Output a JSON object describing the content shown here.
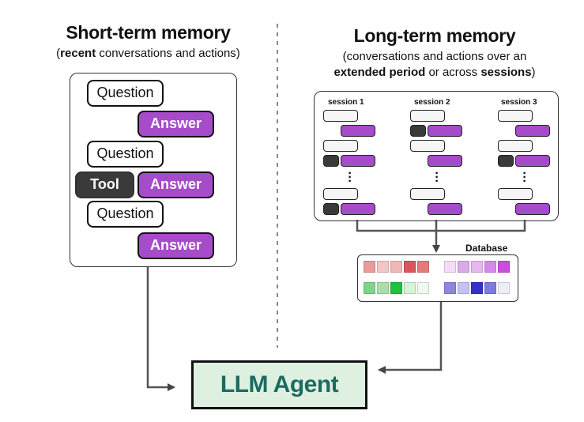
{
  "short_term": {
    "title": "Short-term memory",
    "subtitle_bold": "recent",
    "subtitle_rest": " conversations and actions)",
    "subtitle_open": "(",
    "items": {
      "q1": "Question",
      "a1": "Answer",
      "q2": "Question",
      "tool": "Tool",
      "a2": "Answer",
      "q3": "Question",
      "a3": "Answer"
    }
  },
  "long_term": {
    "title": "Long-term memory",
    "subtitle_line1": "(conversations and actions over an",
    "subtitle_bold1": "extended period",
    "subtitle_mid": " or across ",
    "subtitle_bold2": "sessions",
    "subtitle_end": ")",
    "sessions": [
      "session 1",
      "session 2",
      "session 3"
    ],
    "database_label": "Database"
  },
  "agent": {
    "label": "LLM Agent"
  },
  "colors": {
    "answer_purple": "#a64bc9",
    "tool_dark": "#3a3a3a",
    "agent_fill": "#def0df",
    "agent_text": "#1d6a63"
  },
  "database_cells": {
    "row1_left": [
      "#e89b9b",
      "#f4c6c6",
      "#f1b7b7",
      "#d9565c",
      "#e67a7a"
    ],
    "row1_right": [
      "#f4dcf8",
      "#d9a9e8",
      "#e7b7f0",
      "#d58ae8",
      "#c74fdc"
    ],
    "row2_left": [
      "#7fd48a",
      "#a8e0a8",
      "#1fc23b",
      "#d8f3d8",
      "#eefaee"
    ],
    "row2_right": [
      "#8e86e0",
      "#c6c2f0",
      "#3630c9",
      "#7f79e0",
      "#eeeef8"
    ]
  }
}
